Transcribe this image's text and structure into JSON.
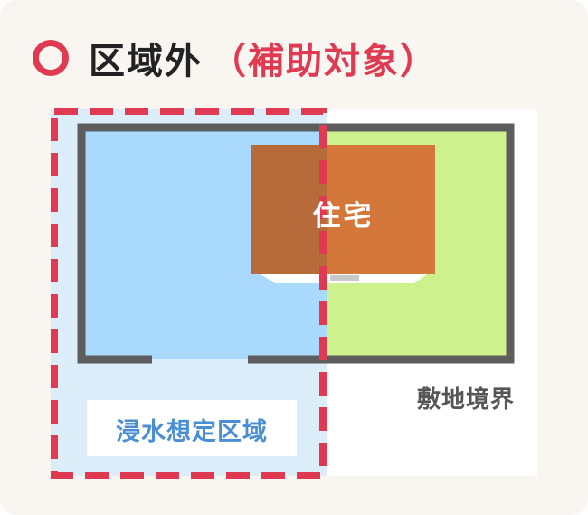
{
  "header": {
    "title": "区域外",
    "subtitle": "（補助対象）",
    "icon": "circle-icon"
  },
  "diagram": {
    "house_label": "住宅",
    "boundary_label": "敷地境界",
    "zone_label": "浸水想定区域"
  },
  "colors": {
    "accent_red": "#e03a52",
    "flood_zone": "#a9dafd",
    "flood_zone_outside": "#dcedfa",
    "lot_green": "#cdf18d",
    "house": "#d4773b",
    "wall": "#5d5d5d",
    "zone_label": "#4a8fd6"
  }
}
